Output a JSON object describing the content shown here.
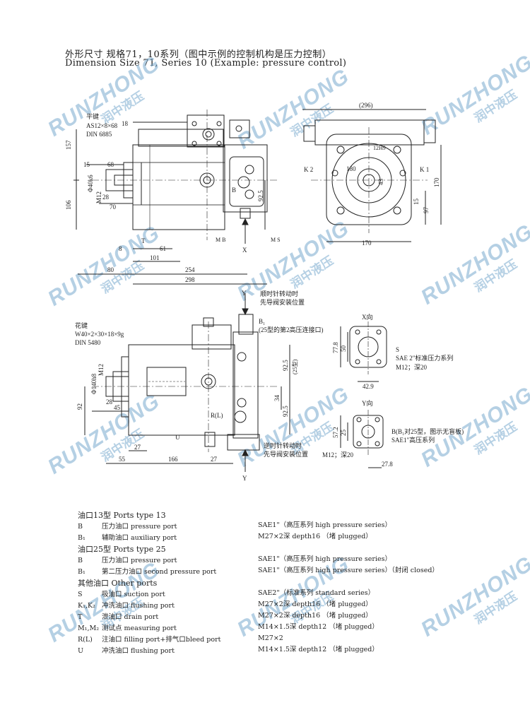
{
  "title": {
    "cn": "外形尺寸 规格71，10系列（图中示例的控制机构是压力控制）",
    "en": "Dimension Size 71, Series 10 (Example: pressure control)"
  },
  "watermark": {
    "en": "RUNZHONG",
    "cn": "润中液压",
    "color": "#78aacd"
  },
  "top_view": {
    "key_label": [
      "平键",
      "AS12×8×68",
      "DIN 6885"
    ],
    "dims": {
      "d157": "157",
      "d18": "18",
      "d15": "15",
      "d68": "68",
      "d40": "Φ40k6",
      "m12": "M12",
      "d28": "28",
      "d70": "70",
      "d106": "106",
      "d92_5": "92.5",
      "d8": "8",
      "d61": "61",
      "d101": "101",
      "d80": "80",
      "d254": "254",
      "d298": "298"
    },
    "labels": {
      "T": "T",
      "B": "B",
      "Mb": "M B",
      "Ms": "M S",
      "X": "X"
    }
  },
  "side_view": {
    "dims": {
      "d296": "(296)",
      "d12": "12H9",
      "d180": "180",
      "d43": "43",
      "K2": "K 2",
      "K1": "K 1",
      "d170v": "170",
      "d15": "15",
      "d97": "97",
      "d170h": "170"
    }
  },
  "bottom_view": {
    "spline_label": [
      "花键",
      "W40×2×30×18×9g",
      "DIN 5480"
    ],
    "cw_note": [
      "顺时针转动时",
      "先导阀安装位置"
    ],
    "ccw_note": [
      "逆时针转动时",
      "先导阀安装位置"
    ],
    "b1_note": [
      "B₁",
      "(25型的第2高压连接口)"
    ],
    "labels": {
      "Y": "Y",
      "U": "U",
      "R": "R(L)"
    },
    "dims": {
      "d140": "Φ140h8",
      "m12": "M12",
      "d28": "28",
      "d45": "45",
      "d92": "92",
      "d27a": "27",
      "d55": "55",
      "d166": "166",
      "d27b": "27",
      "d92_5": "92.5",
      "d25": "(25型)",
      "d34": "34",
      "d92_5b": "92.5"
    }
  },
  "x_view": {
    "title": "X向",
    "notes": [
      "S",
      "SAE 2\"标准压力系列",
      "M12；深20"
    ],
    "dims": {
      "d77_8": "77.8",
      "d50": "50",
      "d42_9": "42.9"
    }
  },
  "y_view": {
    "title": "Y向",
    "notes": [
      "B(B₁对25型，图示无盲板)",
      "SAE1\"高压系列",
      "M12；深20"
    ],
    "dims": {
      "d57_2": "57.2",
      "d25": "25",
      "d27_8": "27.8"
    }
  },
  "legend": {
    "g1": "油口13型 Ports type 13",
    "g1_rows": [
      {
        "code": "B",
        "desc": "压力油口 pressure port"
      },
      {
        "code": "B₁",
        "desc": "辅助油口 auxiliary port"
      }
    ],
    "g2": "油口25型 Ports type 25",
    "g2_rows": [
      {
        "code": "B",
        "desc": "压力油口 pressure port"
      },
      {
        "code": "B₁",
        "desc": "第二压力油口 second pressure port"
      }
    ],
    "g3": "其他油口 Other ports",
    "g3_rows": [
      {
        "code": "S",
        "desc": "吸油口 suction port"
      },
      {
        "code": "K₁,K₂",
        "desc": "冲洗油口 flushing port"
      },
      {
        "code": "T",
        "desc": "泄油口 drain port"
      },
      {
        "code": "M₁,M₂",
        "desc": "测试点 measuring port"
      },
      {
        "code": "R(L)",
        "desc": "注油口 filling port+排气口bleed port"
      },
      {
        "code": "U",
        "desc": "冲洗油口 flushing port"
      }
    ],
    "right_rows": [
      "SAE1\"（高压系列 high pressure series）",
      "M27×2深 depth16 （堵 plugged）",
      "",
      "SAE1\"（高压系列 high pressure series）",
      "SAE1\"（高压系列 high pressure series）（封闭 closed）",
      "",
      "SAE2\"（标准系列 standard series）",
      "M27×2深 depth16 （堵 plugged）",
      "M27×2深 depth16 （堵 plugged）",
      "M14×1.5深 depth12 （堵 plugged）",
      "M27×2",
      "M14×1.5深 depth12 （堵 plugged）"
    ]
  }
}
